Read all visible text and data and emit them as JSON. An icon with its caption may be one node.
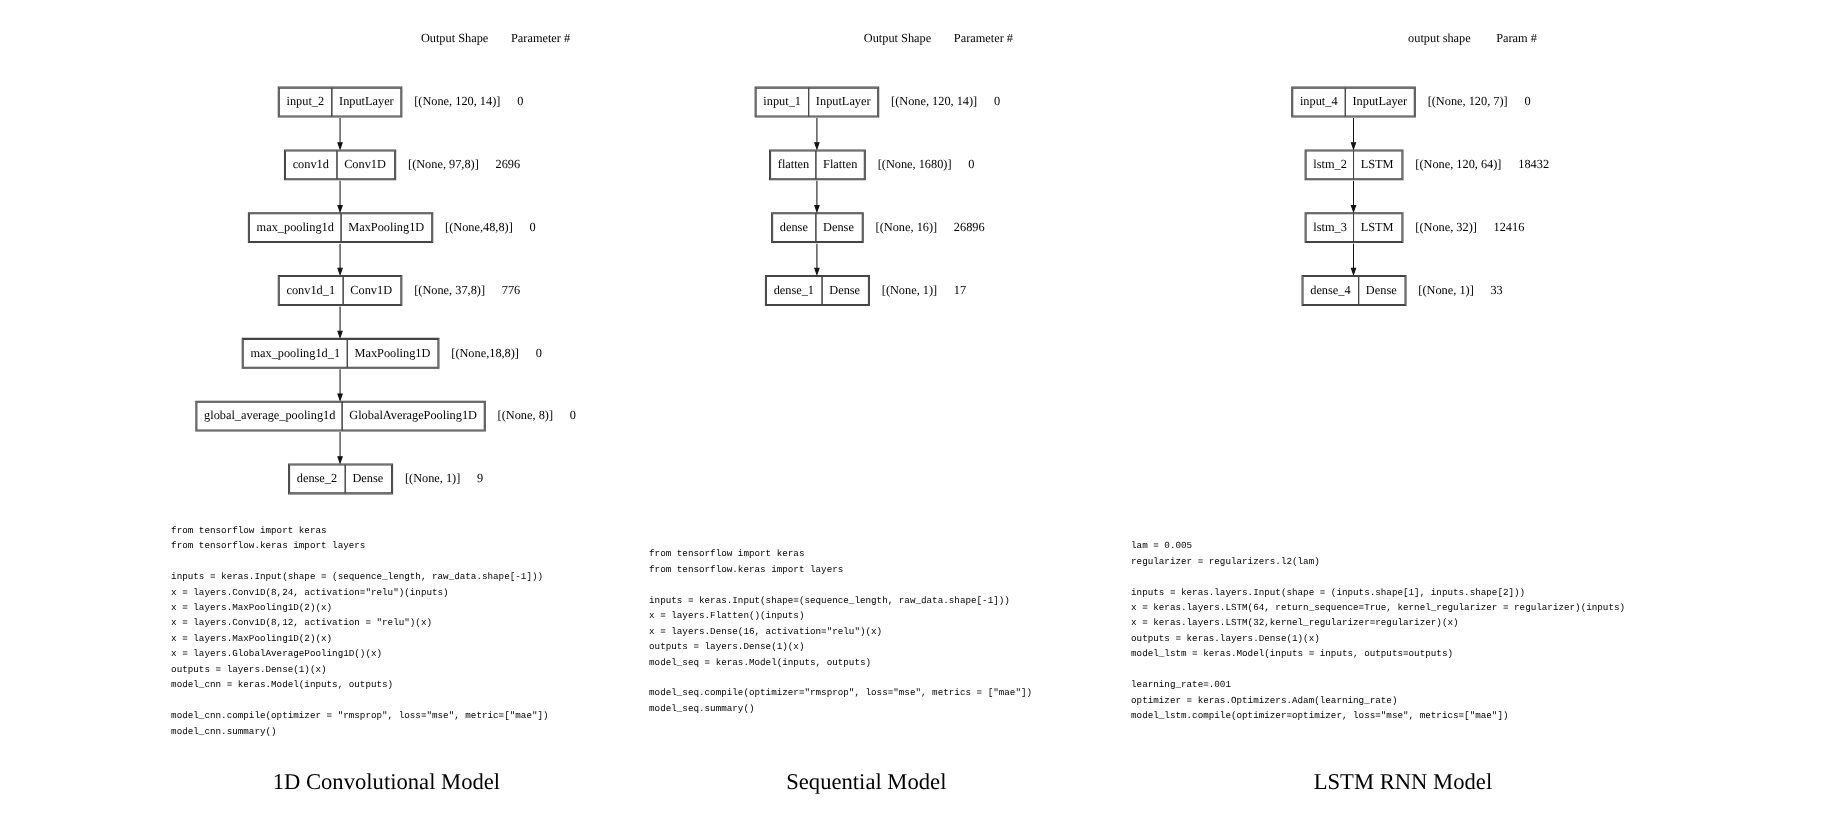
{
  "diagram": {
    "nodes": [
      {
        "text": [
          "input_2",
          "InputLayer"
        ],
        "beside": [
          "[(None, 120, 14)]",
          "0"
        ]
      },
      {
        "text": [
          "conv1d",
          "Conv1D"
        ],
        "beside": [
          "[(None, 97,8)]",
          "2696"
        ]
      },
      {
        "text": [
          "max_pooling1d",
          "MaxPooling1D"
        ],
        "beside": [
          "[(None,48,8)]",
          "0"
        ]
      },
      {
        "text": [
          "conv1d_1",
          "Conv1D"
        ],
        "beside": [
          "[(None, 37,8)]",
          "776"
        ]
      },
      {
        "text": [
          "max_pooling1d_1",
          "MaxPooling1D"
        ],
        "beside": [
          "[(None,18,8)]",
          "0"
        ]
      },
      {
        "text": [
          "global_average_pooling1d",
          "GlobalAveragePooling1D"
        ],
        "beside": [
          "[(None, 8)]",
          "0"
        ]
      },
      {
        "text": [
          "dense_2",
          "Dense"
        ],
        "beside": [
          "[(None, 1)]",
          "9"
        ]
      },
      {
        "text": [
          "input_1",
          "InputLayer"
        ],
        "beside": [
          "[(None, 120, 14)]",
          "0"
        ]
      },
      {
        "text": [
          "flatten",
          "Flatten"
        ],
        "beside": [
          "[(None, 1680)]",
          "0"
        ]
      },
      {
        "text": [
          "dense",
          "Dense"
        ],
        "beside": [
          "[(None, 16)]",
          "26896"
        ]
      },
      {
        "text": [
          "dense_1",
          "Dense"
        ],
        "beside": [
          "[(None, 1)]",
          "17"
        ]
      },
      {
        "text": [
          "input_4",
          "InputLayer"
        ],
        "beside": [
          "[(None, 120, 7)]",
          "0"
        ]
      },
      {
        "text": [
          "lstm_2",
          "LSTM"
        ],
        "beside": [
          "[(None, 120, 64)]",
          "18432"
        ]
      },
      {
        "text": [
          "lstm_3",
          "LSTM"
        ],
        "beside": [
          "[(None, 32)]",
          "12416"
        ]
      },
      {
        "text": [
          "dense_4",
          "Dense"
        ],
        "beside": [
          "[(None, 1)]",
          "33"
        ]
      }
    ],
    "edges": [
      {
        "from": 0,
        "to": 1,
        "arrow": "to"
      },
      {
        "from": 1,
        "to": 2,
        "arrow": "to"
      },
      {
        "from": 2,
        "to": 3,
        "arrow": "to"
      },
      {
        "from": 3,
        "to": 4,
        "arrow": "to"
      },
      {
        "from": 4,
        "to": 5,
        "arrow": "to"
      },
      {
        "from": 5,
        "to": 6,
        "arrow": "to"
      },
      {
        "from": 7,
        "to": 8,
        "arrow": "to"
      },
      {
        "from": 8,
        "to": 9,
        "arrow": "to"
      },
      {
        "from": 9,
        "to": 10,
        "arrow": "to"
      },
      {
        "from": 11,
        "to": 12,
        "arrow": "to"
      },
      {
        "from": 12,
        "to": 13,
        "arrow": "to"
      },
      {
        "from": 13,
        "to": 14,
        "arrow": "to"
      }
    ],
    "labels": [
      "Output Shape",
      "Parameter #",
      "from tensorflow import keras",
      "from tensorflow.keras import layers",
      "inputs = keras.Input(shape = (sequence_length, raw_data.shape[-1]))",
      "x = layers.Conv1D(8,24, activation=\"relu\")(inputs)",
      "x = layers.MaxPooling1D(2)(x)",
      "x = layers.Conv1D(8,12, activation = \"relu\")(x)",
      "x = layers.MaxPooling1D(2)(x)",
      "x = layers.GlobalAveragePooling1D()(x)",
      "outputs = layers.Dense(1)(x)",
      "model_cnn = keras.Model(inputs, outputs)",
      "model_cnn.compile(optimizer = \"rmsprop\", loss=\"mse\", metric=[\"mae\"])",
      "model_cnn.summary()",
      "1D Convolutional Model",
      "Output Shape",
      "Parameter #",
      "from tensorflow import keras",
      "from tensorflow.keras import layers",
      "inputs = keras.Input(shape=(sequence_length, raw_data.shape[-1]))",
      "x = layers.Flatten()(inputs)",
      "x = layers.Dense(16, activation=\"relu\")(x)",
      "outputs = layers.Dense(1)(x)",
      "model_seq = keras.Model(inputs, outputs)",
      "model_seq.compile(optimizer=\"rmsprop\", loss=\"mse\", metrics = [\"mae\"])",
      "model_seq.summary()",
      "Sequential Model",
      "output shape",
      "Param #",
      "lam = 0.005",
      "regularizer = regularizers.l2(lam)",
      "inputs = keras.layers.Input(shape = (inputs.shape[1], inputs.shape[2]))",
      "x = keras.layers.LSTM(64, return_sequence=True, kernel_regularizer = regularizer)(inputs)",
      "x = keras.layers.LSTM(32,kernel_regularizer=regularizer)(x)",
      "outputs = keras.layers.Dense(1)(x)",
      "model_lstm = keras.Model(inputs = inputs, outputs=outputs)",
      "learning_rate=.001",
      "optimizer = keras.Optimizers.Adam(learning_rate)",
      "model_lstm.compile(optimizer=optimizer, loss=\"mse\", metrics=[\"mae\"])",
      "LSTM RNN Model"
    ]
  }
}
